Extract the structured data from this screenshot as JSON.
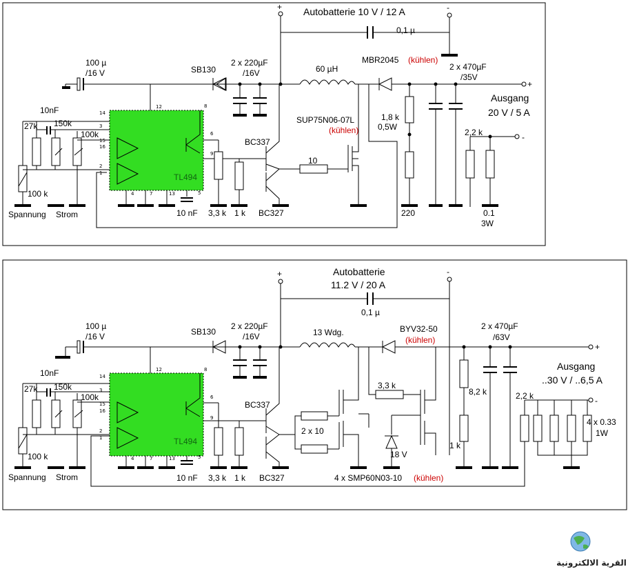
{
  "circuit1": {
    "battery": "Autobatterie 10 V / 12 A",
    "plus": "+",
    "minus": "-",
    "cap_bridge": "0,1 µ",
    "cap_in_value": "100 µ",
    "cap_in_voltage": "/16 V",
    "diode_in": "SB130",
    "caps_mid_value": "2 x 220µF",
    "caps_mid_voltage": "/16V",
    "inductor": "60 µH",
    "diode_out": "MBR2045",
    "cool": "(kühlen)",
    "caps_out_value": "2 x 470µF",
    "caps_out_voltage": "/35V",
    "mosfet": "SUP75N06-07L",
    "mosfet_cool": "(kühlen)",
    "output_title": "Ausgang",
    "output_rating": "20 V / 5 A",
    "r_div_top": "1,8 k",
    "r_div_top_power": "0,5W",
    "r_div_bottom": "220",
    "r_sense_feedback": "2,2 k",
    "r_shunt": "0.1",
    "r_shunt_power": "3W",
    "r_gate": "10",
    "npn": "BC337",
    "pnp": "BC327",
    "chip": "TL494",
    "cap_10nf_top": "10nF",
    "r_27k": "27k",
    "r_150k": "150k",
    "r_100k": "100k",
    "pot_100k": "100 k",
    "label_spannung": "Spannung",
    "label_strom": "Strom",
    "cap_10nf_bottom": "10 nF",
    "r_3k3": "3,3 k",
    "r_1k": "1 k",
    "pins": [
      "14",
      "3",
      "15",
      "16",
      "2",
      "1",
      "12",
      "8",
      "6",
      "9",
      "4",
      "7",
      "13",
      "5"
    ]
  },
  "circuit2": {
    "battery_line1": "Autobatterie",
    "battery_line2": "11.2 V / 20 A",
    "plus": "+",
    "minus": "-",
    "cap_bridge": "0,1 µ",
    "cap_in_value": "100 µ",
    "cap_in_voltage": "/16 V",
    "diode_in": "SB130",
    "caps_mid_value": "2 x 220µF",
    "caps_mid_voltage": "/16V",
    "inductor": "13 Wdg.",
    "diode_out": "BYV32-50",
    "cool": "(kühlen)",
    "caps_out_value": "2 x 470µF",
    "caps_out_voltage": "/63V",
    "output_title": "Ausgang",
    "output_rating": "..30 V / ..6,5 A",
    "r_3k3_gate": "3,3 k",
    "r_gates": "2 x 10",
    "zener": "18 V",
    "mosfets": "4 x SMP60N03-10",
    "mosfets_cool": "(kühlen)",
    "r_8k2": "8,2 k",
    "r_1k_div": "1 k",
    "r_sense_feedback": "2,2 k",
    "r_shunts": "4 x 0.33",
    "r_shunts_power": "1W",
    "npn": "BC337",
    "pnp": "BC327",
    "chip": "TL494",
    "cap_10nf_top": "10nF",
    "r_27k": "27k",
    "r_150k": "150k",
    "r_100k": "100k",
    "pot_100k": "100 k",
    "label_spannung": "Spannung",
    "label_strom": "Strom",
    "cap_10nf_bottom": "10 nF",
    "r_3k3": "3,3 k",
    "r_1k": "1 k",
    "pins": [
      "14",
      "3",
      "15",
      "16",
      "2",
      "1",
      "12",
      "8",
      "6",
      "9",
      "4",
      "7",
      "13",
      "5"
    ]
  },
  "logo": {
    "text": "القرية الالكترونية",
    "icon": "globe-logo-icon"
  },
  "colors": {
    "chip_fill": "#33dd22",
    "warning_text": "#cc0000"
  }
}
